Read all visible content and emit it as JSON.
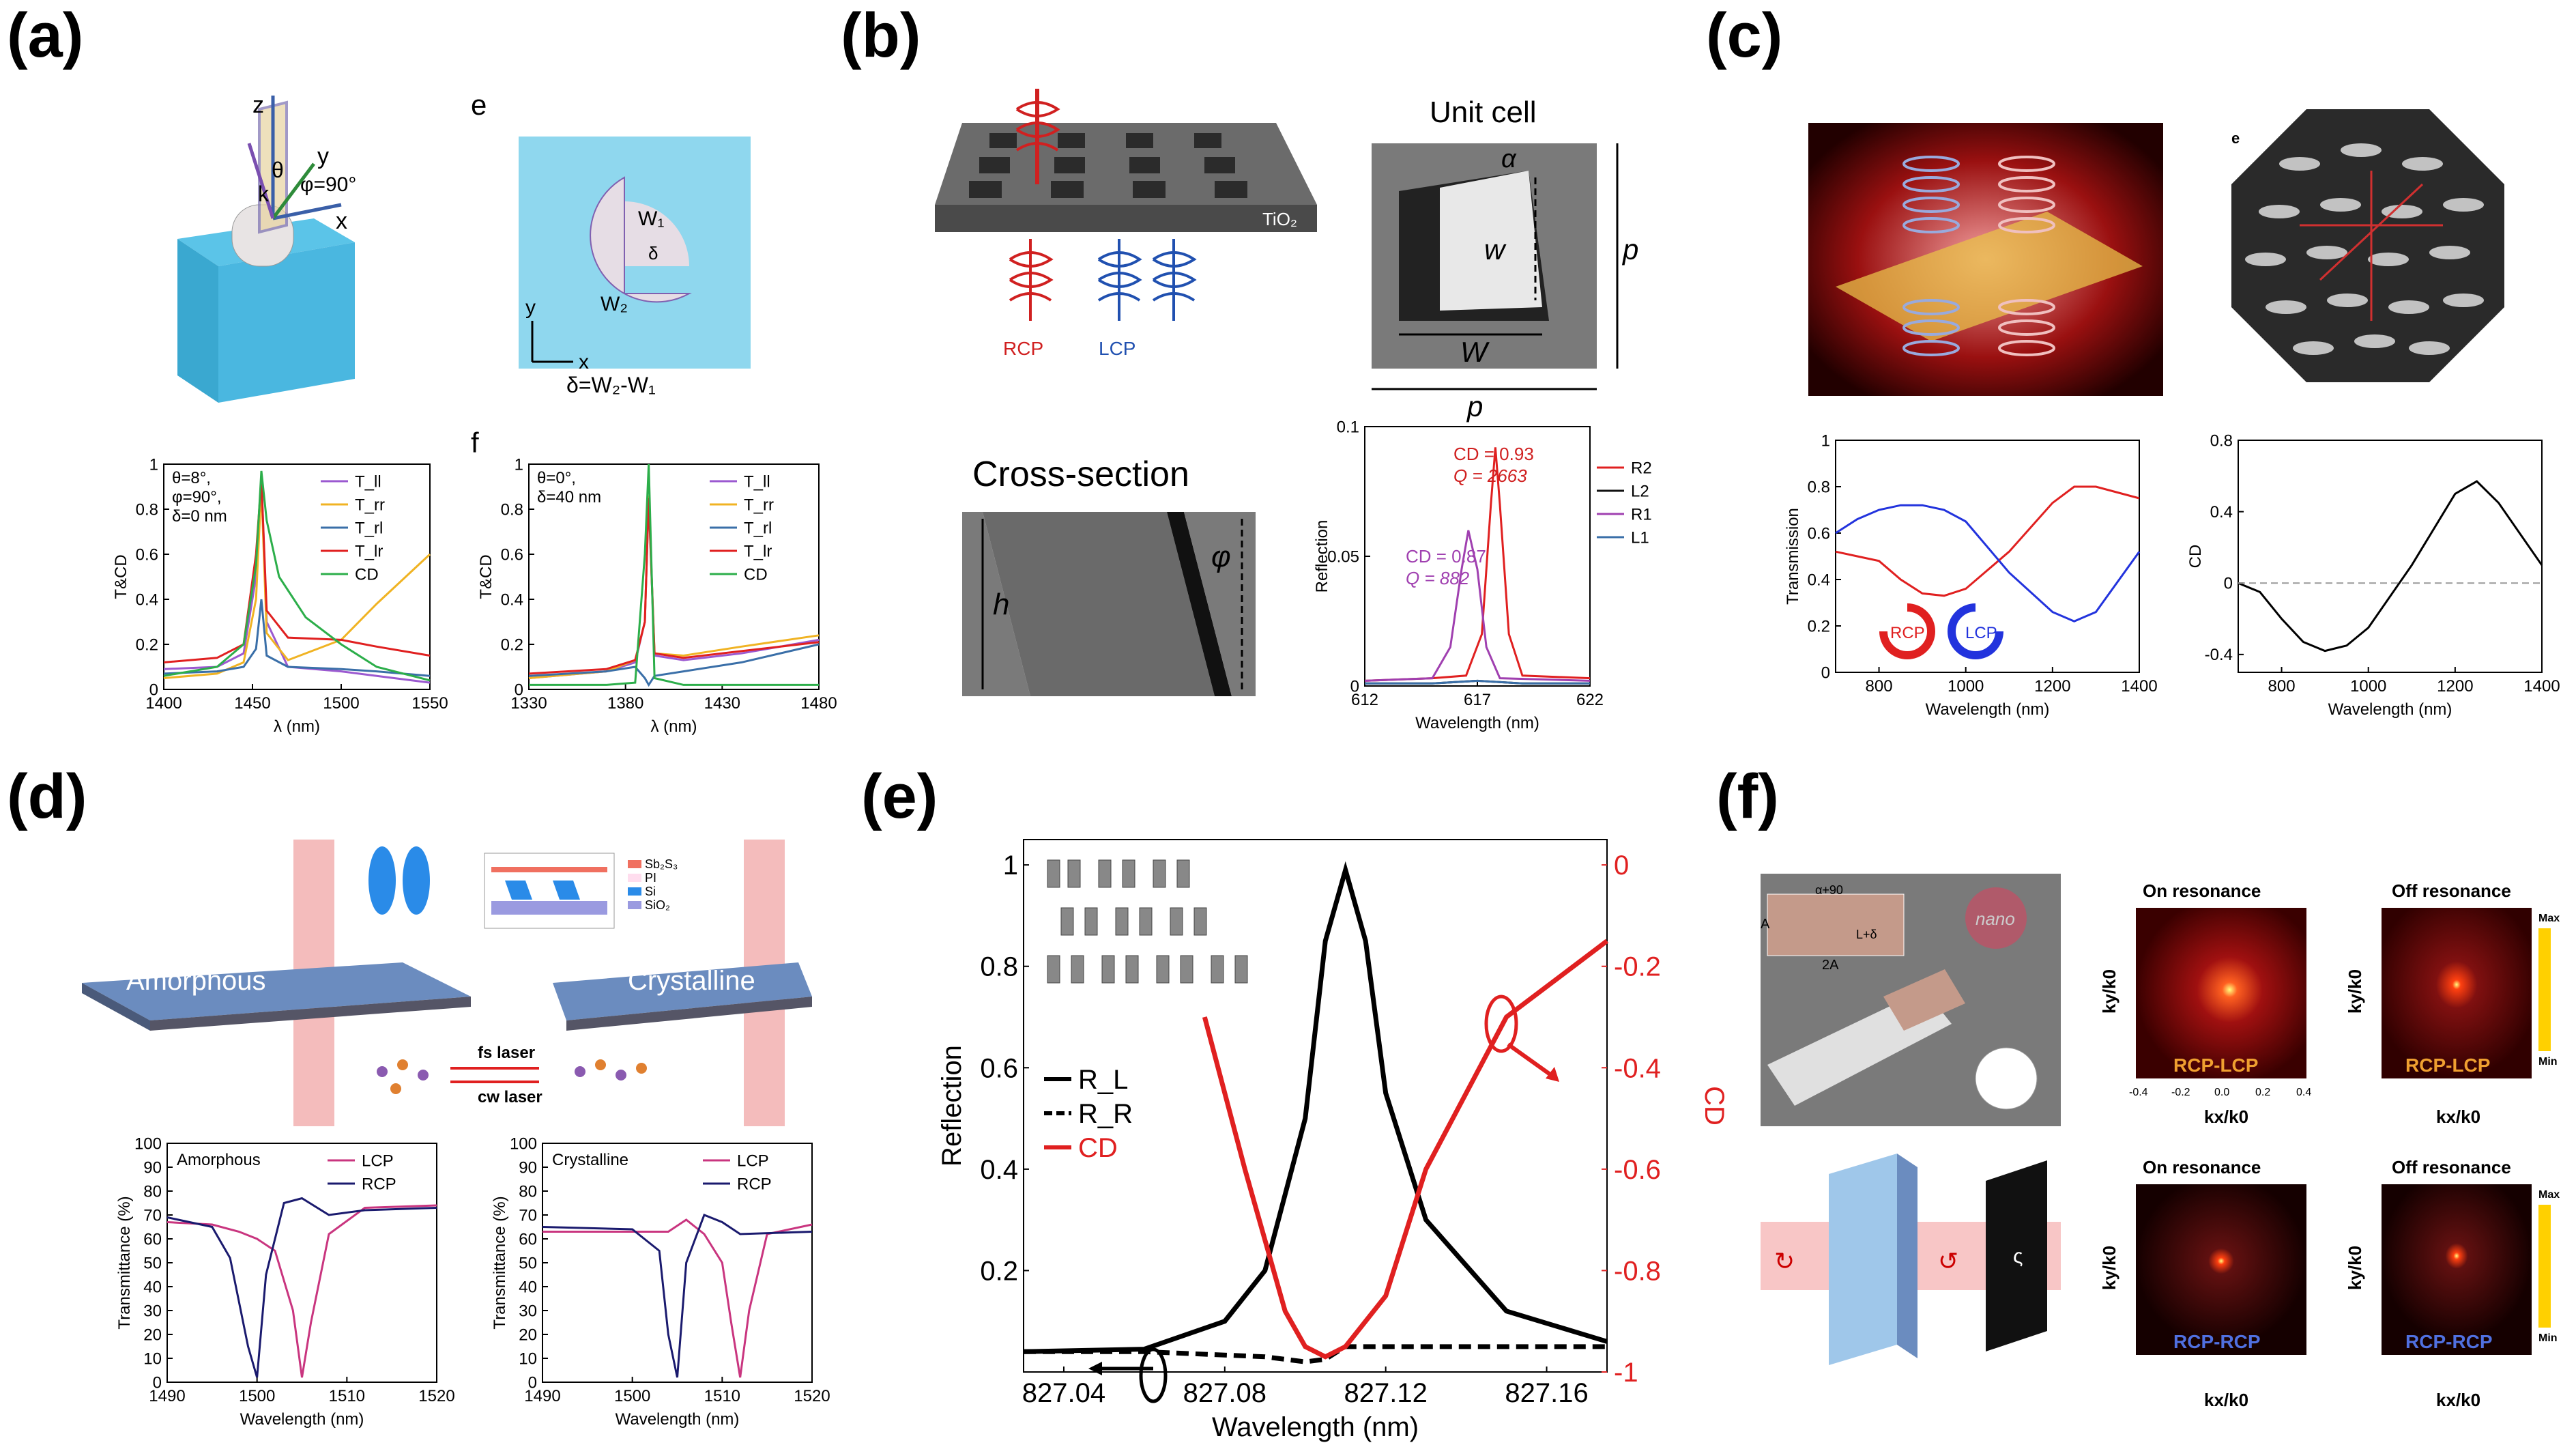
{
  "panel_labels": {
    "a": "(a)",
    "b": "(b)",
    "c": "(c)",
    "d": "(d)",
    "e": "(e)",
    "f": "(f)"
  },
  "panel_a": {
    "schematic": {
      "z": "z",
      "y": "y",
      "x": "x",
      "k": "k",
      "theta": "θ",
      "phi": "φ=90°"
    },
    "inset_e": {
      "label": "e",
      "w1": "W₁",
      "w2": "W₂",
      "delta": "δ",
      "x": "x",
      "y": "y",
      "formula": "δ=W₂-W₁"
    },
    "label_f": "f"
  },
  "panel_b": {
    "rcp": "RCP",
    "lcp": "LCP",
    "tio2": "TiO₂",
    "unit_cell": "Unit cell",
    "alpha": "α",
    "w_small": "w",
    "w_large": "W",
    "p": "p",
    "cross_section": "Cross-section",
    "h": "h",
    "phi": "φ",
    "annot_cd1": "CD = 0.93",
    "annot_q1": "Q = 2663",
    "annot_cd2": "CD = 0.87",
    "annot_q2": "Q = 882"
  },
  "panel_c": {
    "e": "e",
    "rcp": "RCP",
    "lcp": "LCP"
  },
  "panel_d": {
    "amorphous": "Amorphous",
    "crystalline": "Crystalline",
    "fs_laser": "fs laser",
    "cw_laser": "cw laser",
    "layers": [
      "Sb₂S₃",
      "PI",
      "Si",
      "SiO₂"
    ]
  },
  "panel_e": {},
  "panel_f": {
    "on_res": "On resonance",
    "off_res": "Off resonance",
    "rcp_lcp": "RCP-LCP",
    "rcp_rcp": "RCP-RCP",
    "max": "Max",
    "min": "Min",
    "ky": "ky/k0",
    "kx": "kx/k0",
    "ticks": [
      "-0.4",
      "-0.2",
      "0.0",
      "0.2",
      "0.4"
    ],
    "nano": "nano",
    "twoA": "2A",
    "A": "A",
    "alpha90": "α+90",
    "ldelta": "L+δ"
  },
  "chart_data": [
    {
      "id": "a-bottom-left",
      "type": "line",
      "xlabel": "λ (nm)",
      "ylabel": "T&CD",
      "xlim": [
        1400,
        1550
      ],
      "ylim": [
        0,
        1
      ],
      "xticks": [
        1400,
        1450,
        1500,
        1550
      ],
      "yticks": [
        0,
        0.2,
        0.4,
        0.6,
        0.8,
        1.0
      ],
      "annotation": [
        "θ=8°,",
        "φ=90°,",
        "δ=0 nm"
      ],
      "legend_position": "top-right",
      "series": [
        {
          "name": "T_ll",
          "color": "#9b59d0",
          "x": [
            1400,
            1430,
            1445,
            1452,
            1455,
            1458,
            1470,
            1500,
            1520,
            1550
          ],
          "y": [
            0.09,
            0.1,
            0.16,
            0.5,
            0.95,
            0.3,
            0.1,
            0.08,
            0.06,
            0.03
          ]
        },
        {
          "name": "T_rr",
          "color": "#f0b323",
          "x": [
            1400,
            1430,
            1445,
            1452,
            1455,
            1458,
            1470,
            1500,
            1520,
            1550
          ],
          "y": [
            0.05,
            0.07,
            0.12,
            0.4,
            0.9,
            0.25,
            0.13,
            0.22,
            0.38,
            0.6
          ]
        },
        {
          "name": "T_rl",
          "color": "#3a6fa8",
          "x": [
            1400,
            1430,
            1445,
            1452,
            1455,
            1458,
            1470,
            1500,
            1520,
            1550
          ],
          "y": [
            0.07,
            0.08,
            0.1,
            0.18,
            0.4,
            0.15,
            0.1,
            0.09,
            0.08,
            0.06
          ]
        },
        {
          "name": "T_lr",
          "color": "#e02020",
          "x": [
            1400,
            1430,
            1445,
            1452,
            1455,
            1458,
            1470,
            1500,
            1520,
            1550
          ],
          "y": [
            0.12,
            0.14,
            0.2,
            0.6,
            0.93,
            0.35,
            0.23,
            0.22,
            0.19,
            0.15
          ]
        },
        {
          "name": "CD",
          "color": "#2cae4a",
          "x": [
            1400,
            1430,
            1445,
            1452,
            1455,
            1458,
            1465,
            1480,
            1500,
            1520,
            1550
          ],
          "y": [
            0.06,
            0.1,
            0.2,
            0.55,
            0.97,
            0.75,
            0.5,
            0.32,
            0.2,
            0.1,
            0.04
          ]
        }
      ]
    },
    {
      "id": "a-bottom-right",
      "type": "line",
      "xlabel": "λ (nm)",
      "ylabel": "T&CD",
      "xlim": [
        1330,
        1480
      ],
      "ylim": [
        0,
        1
      ],
      "xticks": [
        1330,
        1380,
        1430,
        1480
      ],
      "yticks": [
        0,
        0.2,
        0.4,
        0.6,
        0.8,
        1.0
      ],
      "annotation": [
        "θ=0°,",
        "δ=40 nm"
      ],
      "legend_position": "top-right",
      "series": [
        {
          "name": "T_ll",
          "color": "#9b59d0",
          "x": [
            1330,
            1370,
            1385,
            1390,
            1392,
            1395,
            1410,
            1440,
            1480
          ],
          "y": [
            0.05,
            0.08,
            0.12,
            0.3,
            0.85,
            0.15,
            0.13,
            0.16,
            0.22
          ]
        },
        {
          "name": "T_rr",
          "color": "#f0b323",
          "x": [
            1330,
            1370,
            1385,
            1390,
            1392,
            1395,
            1410,
            1440,
            1480
          ],
          "y": [
            0.05,
            0.08,
            0.13,
            0.3,
            0.86,
            0.16,
            0.15,
            0.19,
            0.24
          ]
        },
        {
          "name": "T_rl",
          "color": "#3a6fa8",
          "x": [
            1330,
            1370,
            1385,
            1390,
            1392,
            1395,
            1410,
            1440,
            1480
          ],
          "y": [
            0.06,
            0.08,
            0.1,
            0.05,
            0.02,
            0.06,
            0.08,
            0.12,
            0.2
          ]
        },
        {
          "name": "T_lr",
          "color": "#e02020",
          "x": [
            1330,
            1370,
            1385,
            1390,
            1392,
            1395,
            1410,
            1440,
            1480
          ],
          "y": [
            0.07,
            0.09,
            0.13,
            0.3,
            0.85,
            0.16,
            0.14,
            0.17,
            0.21
          ]
        },
        {
          "name": "CD",
          "color": "#2cae4a",
          "x": [
            1330,
            1370,
            1385,
            1390,
            1392,
            1395,
            1410,
            1440,
            1480
          ],
          "y": [
            0.02,
            0.02,
            0.03,
            0.6,
            1.0,
            0.05,
            0.02,
            0.02,
            0.02
          ]
        }
      ]
    },
    {
      "id": "b-reflection",
      "type": "line",
      "xlabel": "Wavelength (nm)",
      "ylabel": "Reflection",
      "xlim": [
        612,
        622
      ],
      "ylim": [
        0,
        0.1
      ],
      "xticks": [
        612,
        617,
        622
      ],
      "yticks": [
        0,
        0.05,
        0.1
      ],
      "legend_position": "right",
      "series": [
        {
          "name": "R2",
          "color": "#e02020",
          "x": [
            612,
            615,
            616.5,
            617.2,
            617.6,
            617.8,
            618,
            618.4,
            619,
            622
          ],
          "y": [
            0.002,
            0.003,
            0.004,
            0.02,
            0.07,
            0.092,
            0.07,
            0.02,
            0.004,
            0.003
          ]
        },
        {
          "name": "L2",
          "color": "#111111",
          "x": [
            612,
            615,
            617,
            619,
            622
          ],
          "y": [
            0.001,
            0.001,
            0.002,
            0.001,
            0.001
          ]
        },
        {
          "name": "R1",
          "color": "#a040b0",
          "x": [
            612,
            615,
            615.8,
            616.3,
            616.6,
            617,
            617.4,
            618,
            622
          ],
          "y": [
            0.002,
            0.003,
            0.015,
            0.045,
            0.06,
            0.045,
            0.015,
            0.003,
            0.002
          ]
        },
        {
          "name": "L1",
          "color": "#3a6fa8",
          "x": [
            612,
            615,
            617,
            619,
            622
          ],
          "y": [
            0.001,
            0.001,
            0.002,
            0.001,
            0.001
          ]
        }
      ]
    },
    {
      "id": "c-transmission",
      "type": "line",
      "xlabel": "Wavelength (nm)",
      "ylabel": "Transmission",
      "xlim": [
        700,
        1400
      ],
      "ylim": [
        0,
        1
      ],
      "xticks": [
        800,
        1000,
        1200,
        1400
      ],
      "yticks": [
        0,
        0.2,
        0.4,
        0.6,
        0.8,
        1.0
      ],
      "series": [
        {
          "name": "RCP",
          "color": "#e02020",
          "x": [
            700,
            750,
            800,
            850,
            900,
            950,
            1000,
            1100,
            1200,
            1250,
            1300,
            1400
          ],
          "y": [
            0.52,
            0.5,
            0.48,
            0.4,
            0.34,
            0.33,
            0.36,
            0.52,
            0.73,
            0.8,
            0.8,
            0.75
          ]
        },
        {
          "name": "LCP",
          "color": "#2233dd",
          "x": [
            700,
            750,
            800,
            850,
            900,
            950,
            1000,
            1100,
            1200,
            1250,
            1300,
            1400
          ],
          "y": [
            0.6,
            0.66,
            0.7,
            0.72,
            0.72,
            0.7,
            0.65,
            0.43,
            0.26,
            0.22,
            0.26,
            0.52
          ]
        }
      ]
    },
    {
      "id": "c-cd",
      "type": "line",
      "xlabel": "Wavelength (nm)",
      "ylabel": "CD",
      "xlim": [
        700,
        1400
      ],
      "ylim": [
        -0.5,
        0.8
      ],
      "xticks": [
        800,
        1000,
        1200,
        1400
      ],
      "yticks": [
        -0.4,
        0.0,
        0.4,
        0.8
      ],
      "series": [
        {
          "name": "CD",
          "color": "#000000",
          "x": [
            700,
            750,
            800,
            850,
            900,
            950,
            1000,
            1100,
            1200,
            1250,
            1300,
            1400
          ],
          "y": [
            0.0,
            -0.05,
            -0.2,
            -0.33,
            -0.38,
            -0.35,
            -0.25,
            0.1,
            0.5,
            0.57,
            0.45,
            0.1
          ]
        }
      ]
    },
    {
      "id": "d-amorphous",
      "type": "line",
      "xlabel": "Wavelength (nm)",
      "ylabel": "Transmittance (%)",
      "xlim": [
        1490,
        1520
      ],
      "ylim": [
        0,
        100
      ],
      "xticks": [
        1490,
        1500,
        1510,
        1520
      ],
      "yticks": [
        0,
        10,
        20,
        30,
        40,
        50,
        60,
        70,
        80,
        90,
        100
      ],
      "title_text": "Amorphous",
      "legend_position": "top-right",
      "series": [
        {
          "name": "LCP",
          "color": "#c9357f",
          "x": [
            1490,
            1495,
            1498,
            1500,
            1502,
            1504,
            1505,
            1506,
            1508,
            1512,
            1520
          ],
          "y": [
            67,
            66,
            63,
            60,
            55,
            30,
            2,
            25,
            62,
            73,
            74
          ]
        },
        {
          "name": "RCP",
          "color": "#1a1a6e",
          "x": [
            1490,
            1495,
            1497,
            1499,
            1500,
            1501,
            1503,
            1505,
            1508,
            1512,
            1520
          ],
          "y": [
            69,
            65,
            52,
            15,
            2,
            45,
            75,
            77,
            70,
            72,
            73
          ]
        }
      ]
    },
    {
      "id": "d-crystalline",
      "type": "line",
      "xlabel": "Wavelength (nm)",
      "ylabel": "Transmittance (%)",
      "xlim": [
        1490,
        1520
      ],
      "ylim": [
        0,
        100
      ],
      "xticks": [
        1490,
        1500,
        1510,
        1520
      ],
      "yticks": [
        0,
        10,
        20,
        30,
        40,
        50,
        60,
        70,
        80,
        90,
        100
      ],
      "title_text": "Crystalline",
      "legend_position": "top-right",
      "series": [
        {
          "name": "LCP",
          "color": "#c9357f",
          "x": [
            1490,
            1500,
            1504,
            1506,
            1508,
            1510,
            1511,
            1512,
            1513,
            1515,
            1520
          ],
          "y": [
            63,
            63,
            63,
            68,
            62,
            50,
            25,
            2,
            30,
            62,
            66
          ]
        },
        {
          "name": "RCP",
          "color": "#1a1a6e",
          "x": [
            1490,
            1500,
            1503,
            1504,
            1505,
            1506,
            1508,
            1510,
            1512,
            1520
          ],
          "y": [
            65,
            64,
            55,
            20,
            2,
            50,
            70,
            67,
            62,
            63
          ]
        }
      ]
    },
    {
      "id": "e-main",
      "type": "line",
      "xlabel": "Wavelength (nm)",
      "ylabel": "Reflection",
      "y2label": "CD",
      "xlim": [
        827.03,
        827.175
      ],
      "ylim": [
        0,
        1.05
      ],
      "y2lim": [
        -1.0,
        0.05
      ],
      "xticks": [
        827.04,
        827.08,
        827.12,
        827.16
      ],
      "yticks": [
        0.2,
        0.4,
        0.6,
        0.8,
        1.0
      ],
      "y2ticks": [
        0,
        -0.2,
        -0.4,
        -0.6,
        -0.8,
        -1.0
      ],
      "legend_position": "left",
      "series": [
        {
          "name": "R_L",
          "color": "#000000",
          "style": "solid",
          "x": [
            827.03,
            827.06,
            827.08,
            827.09,
            827.1,
            827.105,
            827.11,
            827.115,
            827.12,
            827.13,
            827.15,
            827.175
          ],
          "y": [
            0.04,
            0.045,
            0.1,
            0.2,
            0.5,
            0.85,
            0.99,
            0.85,
            0.55,
            0.3,
            0.12,
            0.06
          ]
        },
        {
          "name": "R_R",
          "color": "#000000",
          "style": "dashed",
          "x": [
            827.03,
            827.06,
            827.09,
            827.1,
            827.105,
            827.11,
            827.12,
            827.14,
            827.175
          ],
          "y": [
            0.04,
            0.04,
            0.03,
            0.02,
            0.025,
            0.05,
            0.05,
            0.05,
            0.05
          ]
        },
        {
          "name": "CD",
          "color": "#e02020",
          "axis": "right",
          "x": [
            827.075,
            827.085,
            827.095,
            827.1,
            827.105,
            827.11,
            827.12,
            827.13,
            827.15,
            827.175
          ],
          "y": [
            -0.3,
            -0.6,
            -0.88,
            -0.95,
            -0.97,
            -0.95,
            -0.85,
            -0.6,
            -0.3,
            -0.15
          ]
        }
      ]
    }
  ]
}
